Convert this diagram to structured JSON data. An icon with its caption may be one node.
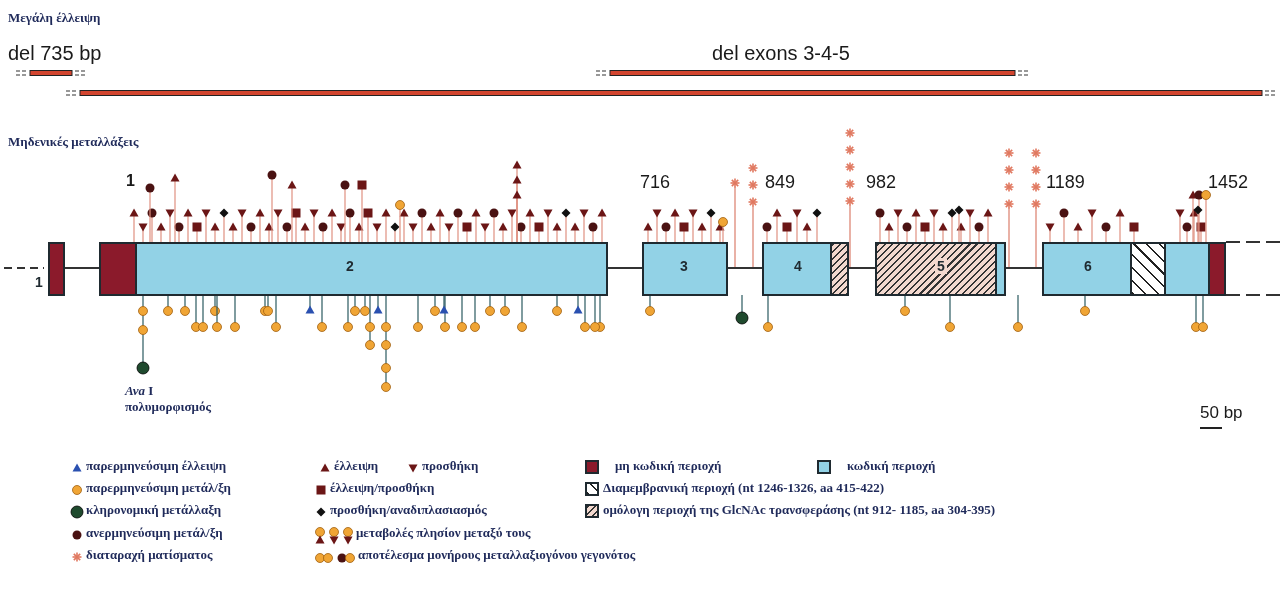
{
  "diagram": {
    "nodes": [
      {
        "text": [
          "1"
        ]
      },
      {
        "text": [
          "2"
        ]
      },
      {
        "text": [
          "3"
        ]
      },
      {
        "text": [
          "4"
        ]
      },
      {
        "text": [
          "5"
        ]
      },
      {
        "text": [
          "6"
        ]
      }
    ],
    "edges": [
      {
        "from": 0,
        "to": 1,
        "arrow": "none"
      },
      {
        "from": 1,
        "to": 2,
        "arrow": "none"
      },
      {
        "from": 2,
        "to": 3,
        "arrow": "none"
      },
      {
        "from": 3,
        "to": 4,
        "arrow": "none"
      },
      {
        "from": 4,
        "to": 5,
        "arrow": "none"
      }
    ],
    "labels": [
      "Μεγάλη έλλειψη",
      "del 735 bp",
      "del exons 3-4-5",
      "Μηδενικές μεταλλάξεις",
      "1",
      "716",
      "849",
      "982",
      "1189",
      "1452",
      "*Ava* I πολυμορφισμός",
      "50 bp"
    ],
    "legend": [
      {
        "text": "παρερμηνεύσιμη έλλειψη"
      },
      {
        "text": "έλλειψη"
      },
      {
        "text": "προσθήκη"
      },
      {
        "text": "παρερμηνεύσιμη μετάλ/ξη"
      },
      {
        "text": "έλλειψη/προσθήκη"
      },
      {
        "text": "κληρονομική μετάλλαξη"
      },
      {
        "text": "προσθήκη/αναδιπλασιασμός"
      },
      {
        "text": "ανερμηνεύσιμη μετάλ/ξη"
      },
      {
        "text": "μεταβολές πλησίον μεταξύ τους"
      },
      {
        "text": "διαταραχή ματίσματος"
      },
      {
        "text": "αποτέλεσμα μονήρους μεταλλαξιογόνου γεγονότος"
      },
      {
        "text": "μη κωδική περιοχή",
        "color": "#8b1a2b"
      },
      {
        "text": "κωδική περιοχή",
        "color": "#92d2e6"
      },
      {
        "text": "Διαμεμβρανική περιοχή (nt 1246-1326, aa 415-422)"
      },
      {
        "text": "ομόλογη περιοχή της GlcNAc τρανσφεράσης (nt 912- 1185, aa 304-395)"
      }
    ]
  }
}
